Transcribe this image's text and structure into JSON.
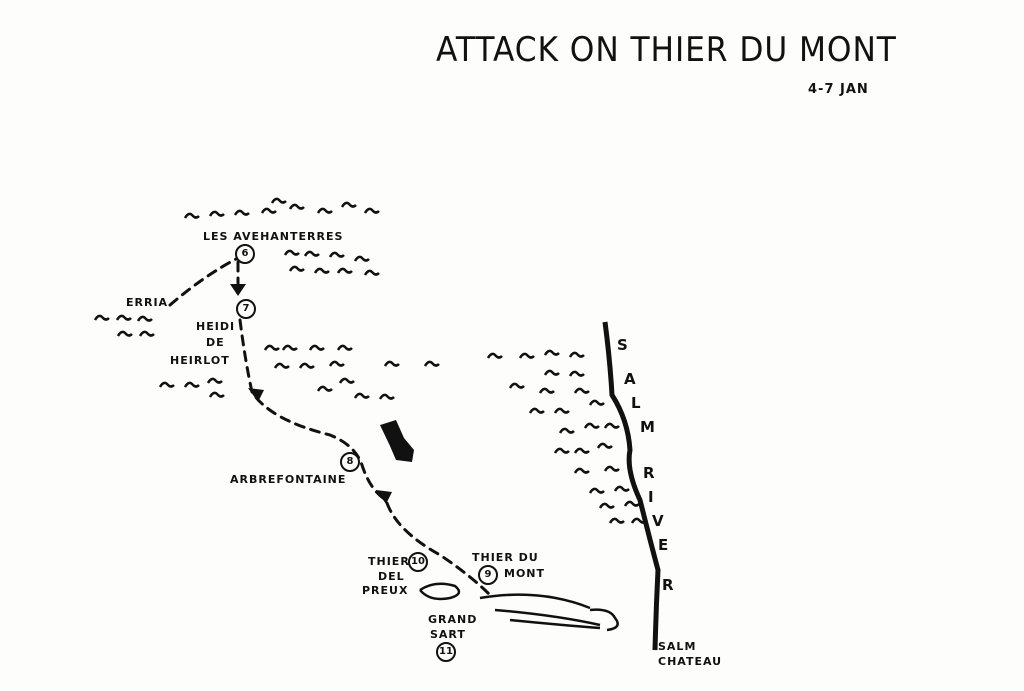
{
  "title": "ATTACK ON THIER DU MONT",
  "date": "4-7 JAN",
  "places": {
    "les_avehanterres": "LES AVEHANTERRES",
    "erria": "ERRIA",
    "heid_de_heirlot": [
      "HEIDI",
      "DE",
      "HEIRLOT"
    ],
    "arbrefontaine": "ARBREFONTAINE",
    "thier_del_preux": [
      "THIER",
      "DEL",
      "PREUX"
    ],
    "thier_du_mont": [
      "THIER DU",
      "MONT"
    ],
    "grand_sart": [
      "GRAND",
      "SART"
    ],
    "salm_chateau": [
      "SALM",
      "CHATEAU"
    ]
  },
  "river": [
    "S",
    "A",
    "L",
    "M",
    "R",
    "I",
    "V",
    "E",
    "R"
  ],
  "waypoints": {
    "w6": "6",
    "w7": "7",
    "w8": "8",
    "w9": "9",
    "w10": "10",
    "w11": "11"
  },
  "colors": {
    "ink": "#111111",
    "paper": "#fdfdfc"
  }
}
